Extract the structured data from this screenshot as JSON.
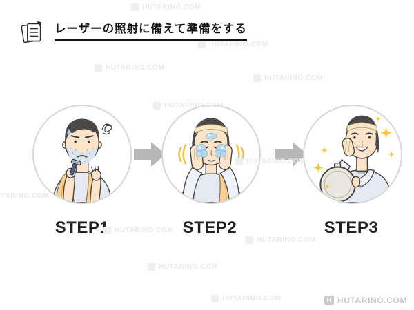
{
  "page": {
    "background": "#ffffff"
  },
  "header": {
    "icon": "memo-note-icon",
    "title": "レーザーの照射に備えて準備をする"
  },
  "flow": {
    "arrow_icon": "right-block-arrow-icon",
    "steps": [
      {
        "label": "STEP1",
        "illustration": "man-shaving-stubble-troubled-illustration"
      },
      {
        "label": "STEP2",
        "illustration": "man-washing-face-illustration"
      },
      {
        "label": "STEP3",
        "illustration": "man-smiling-hand-mirror-sparkles-illustration"
      }
    ]
  },
  "watermark": {
    "logo_icon": "hutarino-logo-icon",
    "logo_letter": "H",
    "text": "HUTARINO.COM"
  },
  "colors": {
    "title_text": "#151515",
    "step_label_text": "#1f1f1f",
    "circle_border": "#d6d6d6",
    "arrow": "#b7b7b7",
    "skin": "#fbe4c9",
    "hair": "#4b4947",
    "towel": "#f8d094",
    "shirt": "#e4e9f3",
    "sleeve": "#eef1f7",
    "stubble": "#d9e6ef",
    "foam": "#b9d9f1",
    "headband": "#f4e6c6",
    "sparkle": "#f5c838",
    "sweat": "#a5cdea",
    "watermark_faint": "#eaeaea",
    "watermark_brand": "#c9c9c9"
  }
}
